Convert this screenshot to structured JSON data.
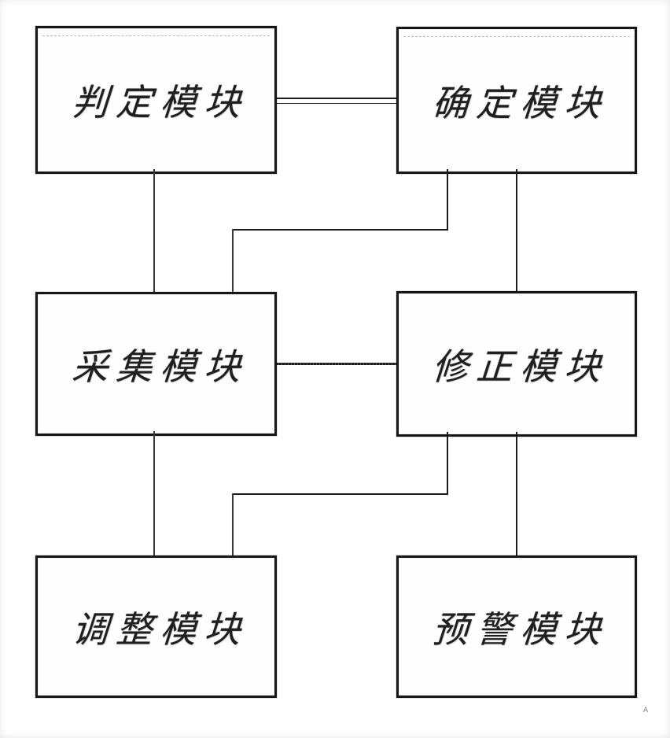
{
  "diagram": {
    "type": "block-diagram",
    "nodes": [
      {
        "id": "judge",
        "label": "判定模块"
      },
      {
        "id": "determine",
        "label": "确定模块"
      },
      {
        "id": "collect",
        "label": "采集模块"
      },
      {
        "id": "correct",
        "label": "修正模块"
      },
      {
        "id": "adjust",
        "label": "调整模块"
      },
      {
        "id": "warn",
        "label": "预警模块"
      }
    ],
    "edges": [
      {
        "from": "判定模块",
        "to": "确定模块",
        "style": "horizontal-double-line"
      },
      {
        "from": "判定模块",
        "to": "采集模块",
        "style": "vertical"
      },
      {
        "from": "确定模块",
        "to": "采集模块",
        "style": "stepped"
      },
      {
        "from": "确定模块",
        "to": "修正模块",
        "style": "vertical"
      },
      {
        "from": "采集模块",
        "to": "修正模块",
        "style": "horizontal"
      },
      {
        "from": "采集模块",
        "to": "调整模块",
        "style": "vertical"
      },
      {
        "from": "修正模块",
        "to": "调整模块",
        "style": "stepped"
      },
      {
        "from": "修正模块",
        "to": "预警模块",
        "style": "vertical"
      }
    ],
    "colors": {
      "background": "#ffffff",
      "box_border": "#161616",
      "line": "#1c1c1c",
      "text": "#1f1f1f"
    },
    "artifact_mark": "A"
  }
}
